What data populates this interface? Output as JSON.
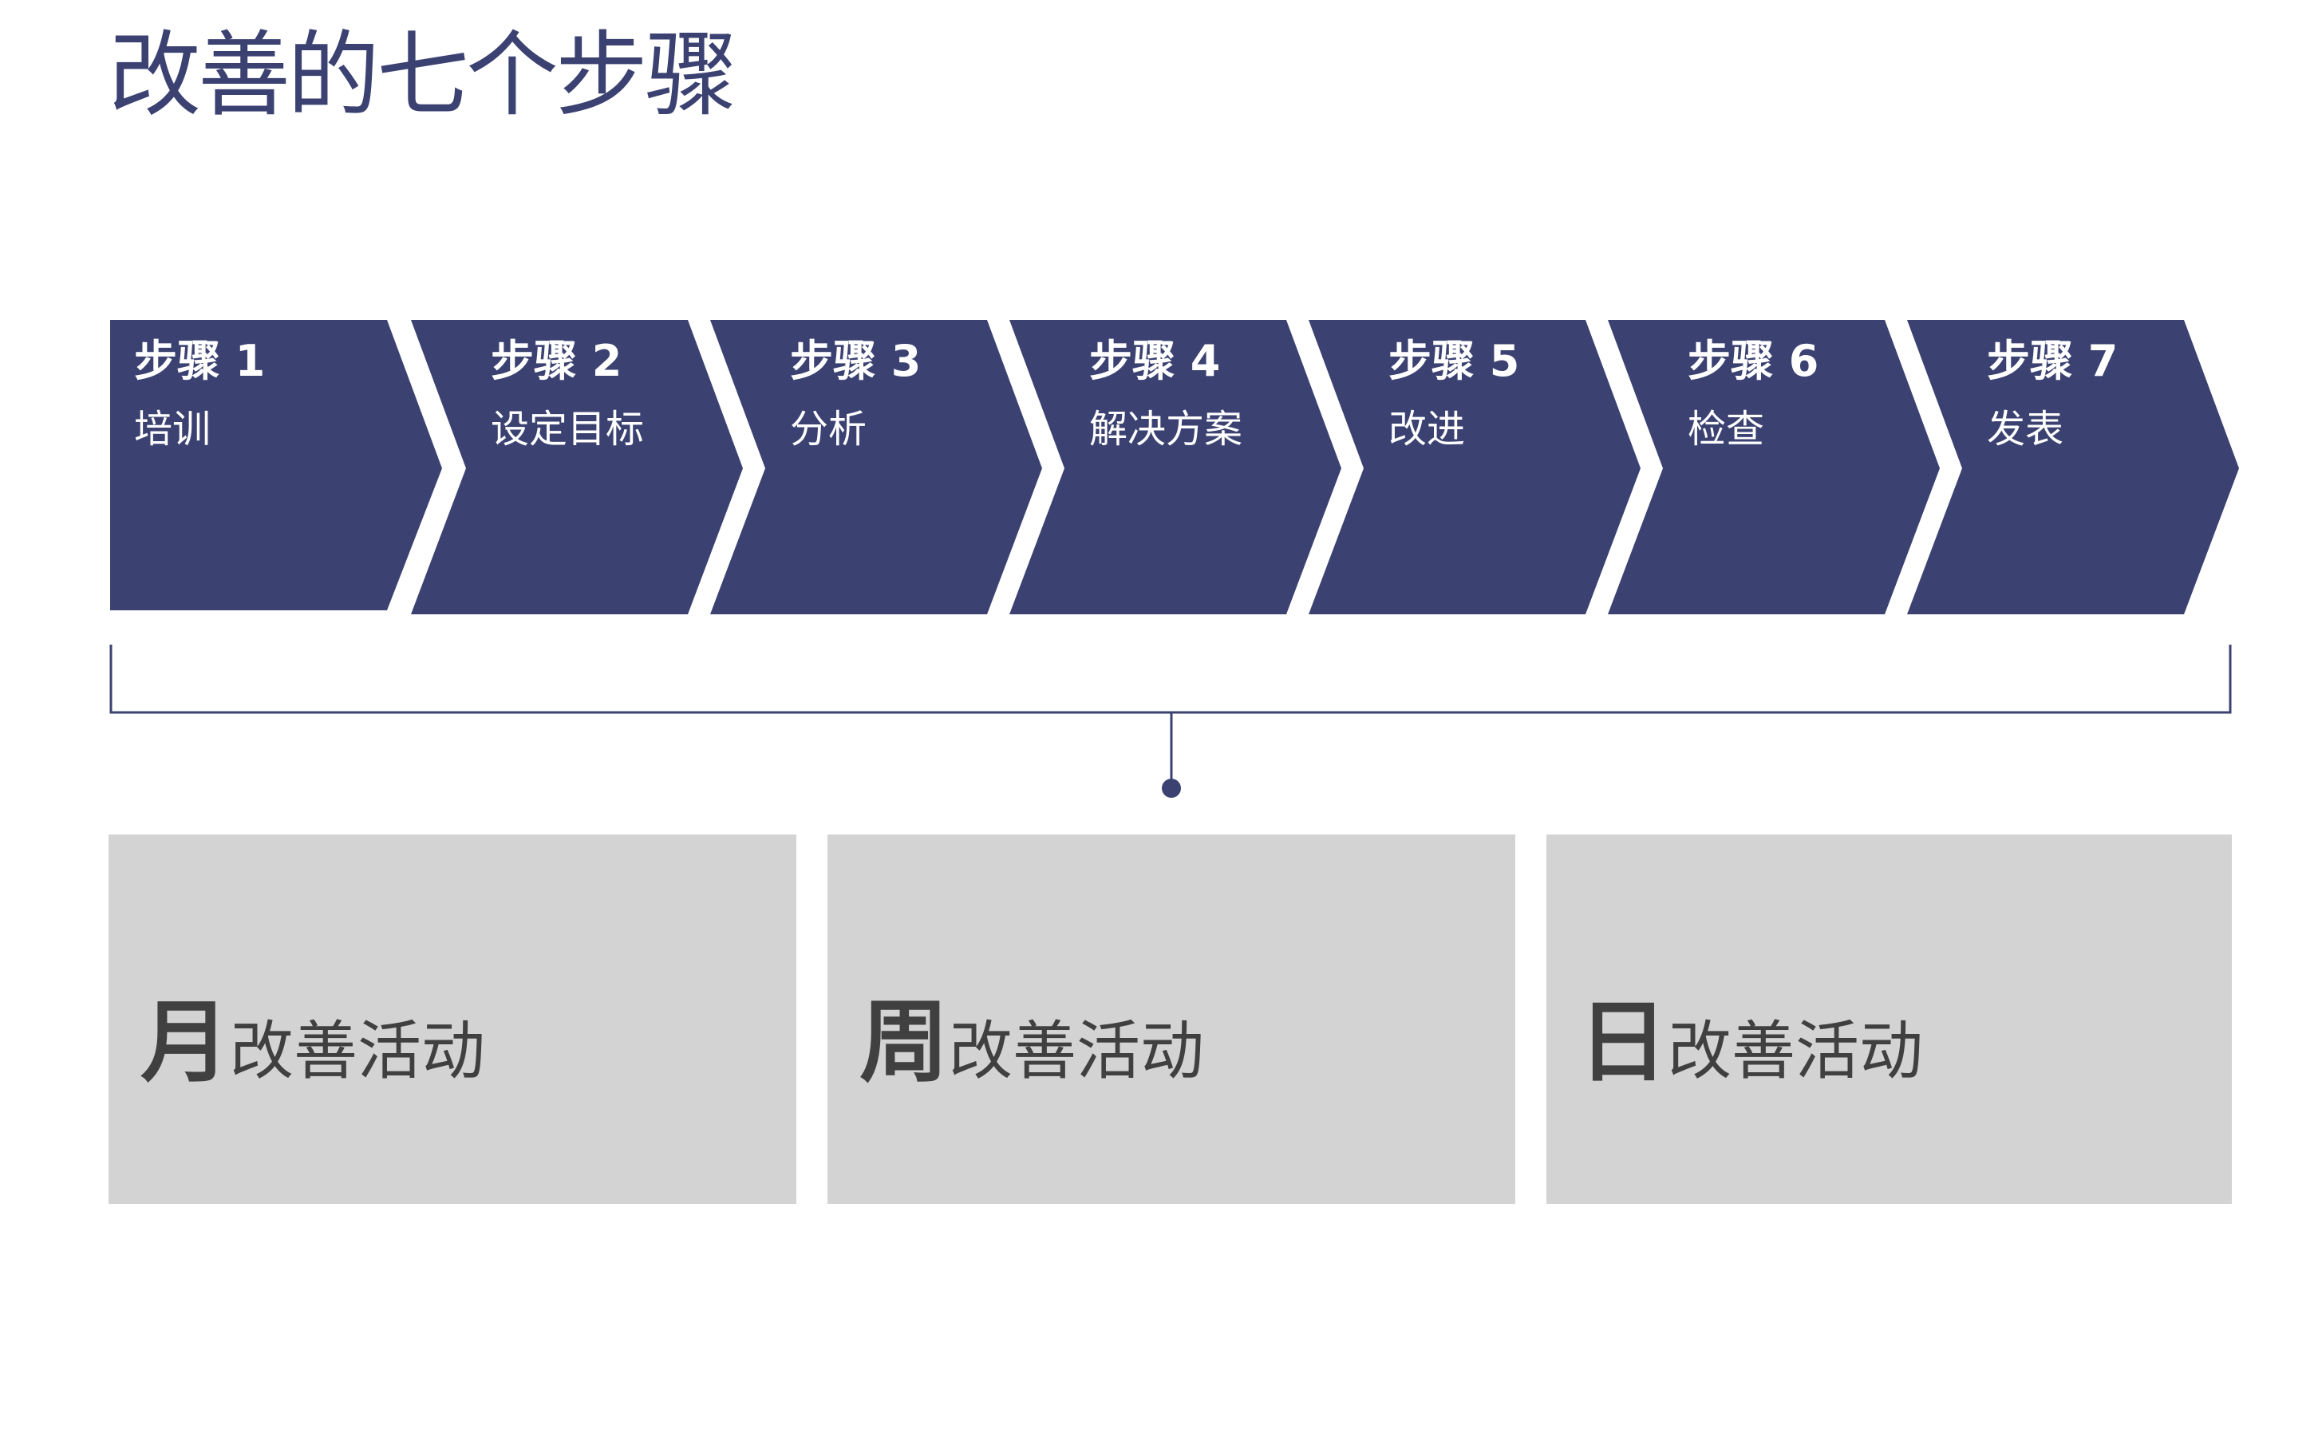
{
  "title": "改善的七个步骤",
  "colors": {
    "primary": "#3b4272",
    "box": "#d3d3d3",
    "box_text": "#404040"
  },
  "steps": [
    {
      "heading": "步骤  1",
      "label": "培训"
    },
    {
      "heading": "步骤 2",
      "label": "设定目标"
    },
    {
      "heading": "步骤 3",
      "label": "分析"
    },
    {
      "heading": "步骤 4",
      "label": "解决方案"
    },
    {
      "heading": "步骤 5",
      "label": "改进"
    },
    {
      "heading": "步骤 6",
      "label": "检查"
    },
    {
      "heading": "步骤 7",
      "label": "发表"
    }
  ],
  "activities": [
    {
      "period": "月",
      "text": "改善活动"
    },
    {
      "period": "周",
      "text": "改善活动"
    },
    {
      "period": "日",
      "text": "改善活动"
    }
  ]
}
